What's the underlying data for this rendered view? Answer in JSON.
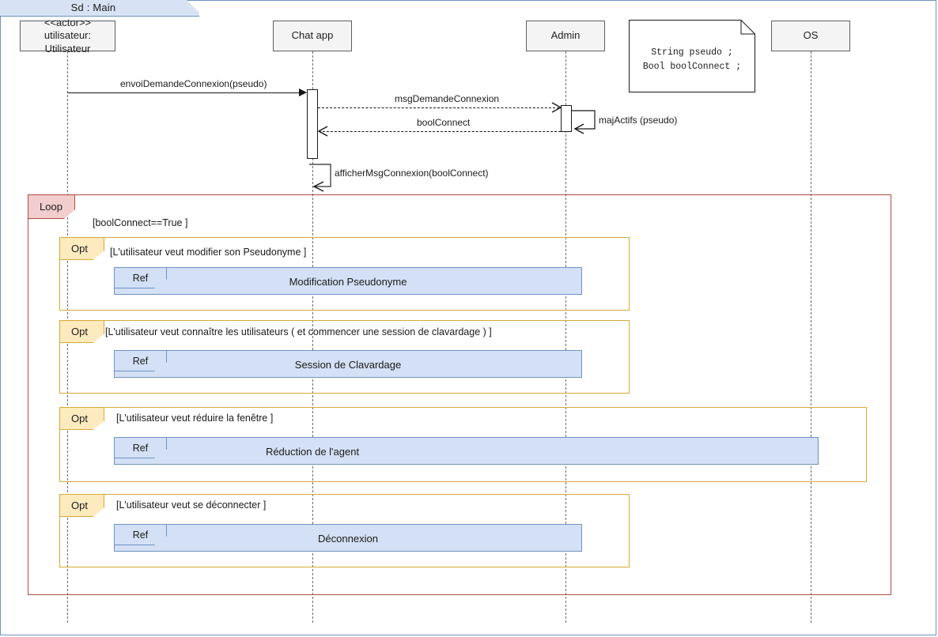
{
  "frame": {
    "tab_label": "Sd :  Main"
  },
  "lifelines": [
    {
      "id": "utilisateur",
      "stereotype": "<<actor>>",
      "name": "utilisateur: Utilisateur"
    },
    {
      "id": "chatapp",
      "name": "Chat app"
    },
    {
      "id": "admin",
      "name": "Admin"
    },
    {
      "id": "os",
      "name": "OS"
    }
  ],
  "note": {
    "line1": "String pseudo ;",
    "line2": "Bool boolConnect ;"
  },
  "messages": [
    {
      "id": "m1",
      "label": "envoiDemandeConnexion(pseudo)",
      "style": "solid",
      "from": "utilisateur",
      "to": "chatapp"
    },
    {
      "id": "m2",
      "label": "msgDemandeConnexion",
      "style": "dashed",
      "from": "chatapp",
      "to": "admin"
    },
    {
      "id": "m3",
      "label": "boolConnect",
      "style": "dashed",
      "from": "admin",
      "to": "chatapp"
    },
    {
      "id": "m4",
      "label": "majActifs (pseudo)",
      "style": "self",
      "from": "admin",
      "to": "admin"
    },
    {
      "id": "m5",
      "label": "afficherMsgConnexion(boolConnect)",
      "style": "self",
      "from": "chatapp",
      "to": "chatapp"
    }
  ],
  "loop_fragment": {
    "operator": "Loop",
    "guard": "[boolConnect==True ]"
  },
  "opt_fragments": [
    {
      "operator": "Opt",
      "guard": "[L'utilisateur veut modifier son Pseudonyme ]",
      "ref": {
        "tab": "Ref",
        "title": "Modification Pseudonyme"
      }
    },
    {
      "operator": "Opt",
      "guard": "[L'utilisateur veut connaître les utilisateurs ( et commencer une session de clavardage ) ]",
      "ref": {
        "tab": "Ref",
        "title": "Session de Clavardage"
      }
    },
    {
      "operator": "Opt",
      "guard": "[L'utilisateur veut réduire la fenêtre ]",
      "ref": {
        "tab": "Ref",
        "title": "Réduction de l'agent"
      }
    },
    {
      "operator": "Opt",
      "guard": "[L'utilisateur veut se déconnecter ]",
      "ref": {
        "tab": "Ref",
        "title": "Déconnexion"
      }
    }
  ],
  "colors": {
    "frame_border": "#6f93c0",
    "frame_tab_fill": "#d7e3f4",
    "loop_border": "#b04a42",
    "loop_tab_fill": "#f2cdcd",
    "opt_border": "#d4ab33",
    "opt_tab_fill": "#fdeabf",
    "ref_fill": "#d3e0f5",
    "ref_border": "#6f93c0",
    "head_fill": "#f4f4f4",
    "head_border": "#5d5d5d"
  }
}
